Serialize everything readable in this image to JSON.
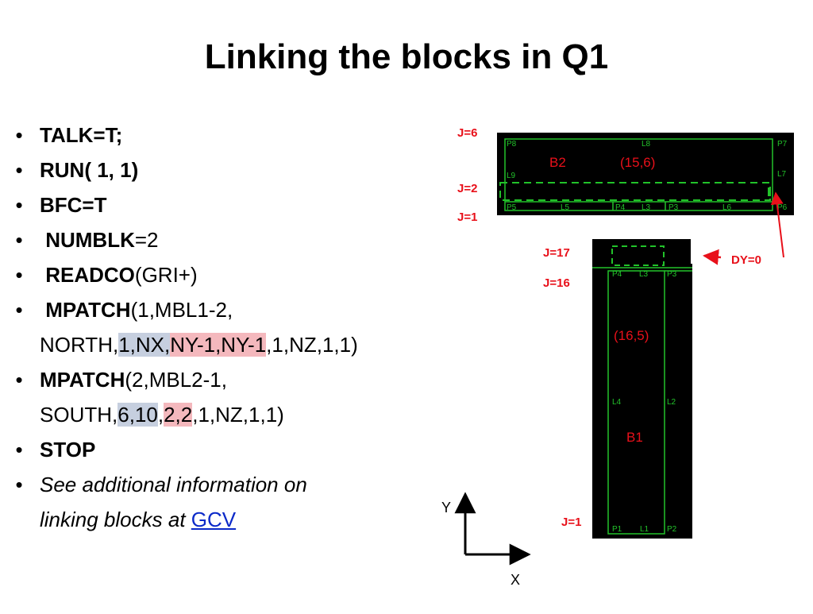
{
  "title": "Linking the blocks in Q1",
  "bullets": [
    {
      "bold": "TALK=T;"
    },
    {
      "bold": "RUN( 1, 1)"
    },
    {
      "bold": "BFC=T"
    },
    {
      "bold": " NUMBLK",
      "rest": "=2"
    },
    {
      "bold": " READCO",
      "rest": "(GRI+)"
    },
    {
      "bold": " MPATCH",
      "rest": "(1,MBL1-2,",
      "line2_pre": "NORTH,",
      "line2_blue": "1,NX,",
      "line2_red": "NY-1,NY-1",
      "line2_post": ",1,NZ,1,1)"
    },
    {
      "bold": "MPATCH",
      "rest": "(2,MBL2-1,",
      "line2_pre": "SOUTH,",
      "line2_blue": "6,10",
      "line2_mid": ",",
      "line2_red": "2,2",
      "line2_post": ",1,NZ,1,1)"
    },
    {
      "bold": "STOP"
    },
    {
      "italic": "See additional information on",
      "italic2": "linking blocks at ",
      "link": "GCV"
    }
  ],
  "diagram": {
    "row_labels": {
      "top_j6": "J=6",
      "top_j2": "J=2",
      "top_j1": "J=1",
      "bot_j17": "J=17",
      "bot_j16": "J=16",
      "bot_j1": "J=1"
    },
    "dy_label": "DY=0",
    "block_b2": {
      "name": "B2",
      "size": "(15,6)"
    },
    "block_b1": {
      "name": "B1",
      "size": "(16,5)"
    },
    "top_points": {
      "p8": "P8",
      "l8": "L8",
      "p7": "P7",
      "l9": "L9",
      "l7": "L7",
      "p5": "P5",
      "l5": "L5",
      "p4": "P4",
      "l3": "L3",
      "p3": "P3",
      "l6": "L6",
      "p6": "P6"
    },
    "bot_points": {
      "p4": "P4",
      "l3": "L3",
      "p3": "P3",
      "l4": "L4",
      "l2": "L2",
      "p1": "P1",
      "l1": "L1",
      "p2": "P2"
    },
    "axes": {
      "y": "Y",
      "x": "X"
    },
    "colors": {
      "green": "#22c22a",
      "red": "#e8101a",
      "black": "#000000"
    }
  }
}
